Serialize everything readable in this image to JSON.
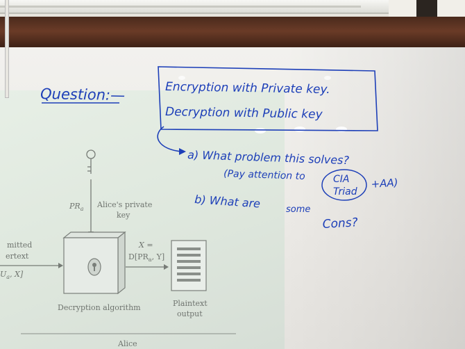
{
  "slide": {
    "key_label_var": "PR",
    "key_label_sub": "a",
    "key_caption_1": "Alice's private",
    "key_caption_2": "key",
    "output_eq_1": "X =",
    "output_eq_2": "D[PR",
    "output_eq_2_sub": "a",
    "output_eq_2_end": ", Y]",
    "input_partial_1": "mitted",
    "input_partial_2": "ertext",
    "input_partial_3": "U",
    "input_partial_3_sub": "a",
    "input_partial_3_end": ", X]",
    "box_label": "Decryption algorithm",
    "output_label_1": "Plaintext",
    "output_label_2": "output",
    "bottom_partial": "Alice"
  },
  "whiteboard": {
    "heading": "Question:—",
    "boxed_line_1": "Encryption with Private key.",
    "boxed_line_2": "Decryption with Public key",
    "item_a": "a) What problem this solves?",
    "item_a_note_pre": "(Pay attention to",
    "item_a_circled_1": "CIA",
    "item_a_circled_2": "Triad",
    "item_a_note_post": "+AA)",
    "item_b_1": "b) What are",
    "item_b_2": "some",
    "item_b_3": "Cons?"
  },
  "colors": {
    "marker": "#1d3fb8",
    "frame": "#4a2a1c",
    "projection": "#dfe8de"
  }
}
